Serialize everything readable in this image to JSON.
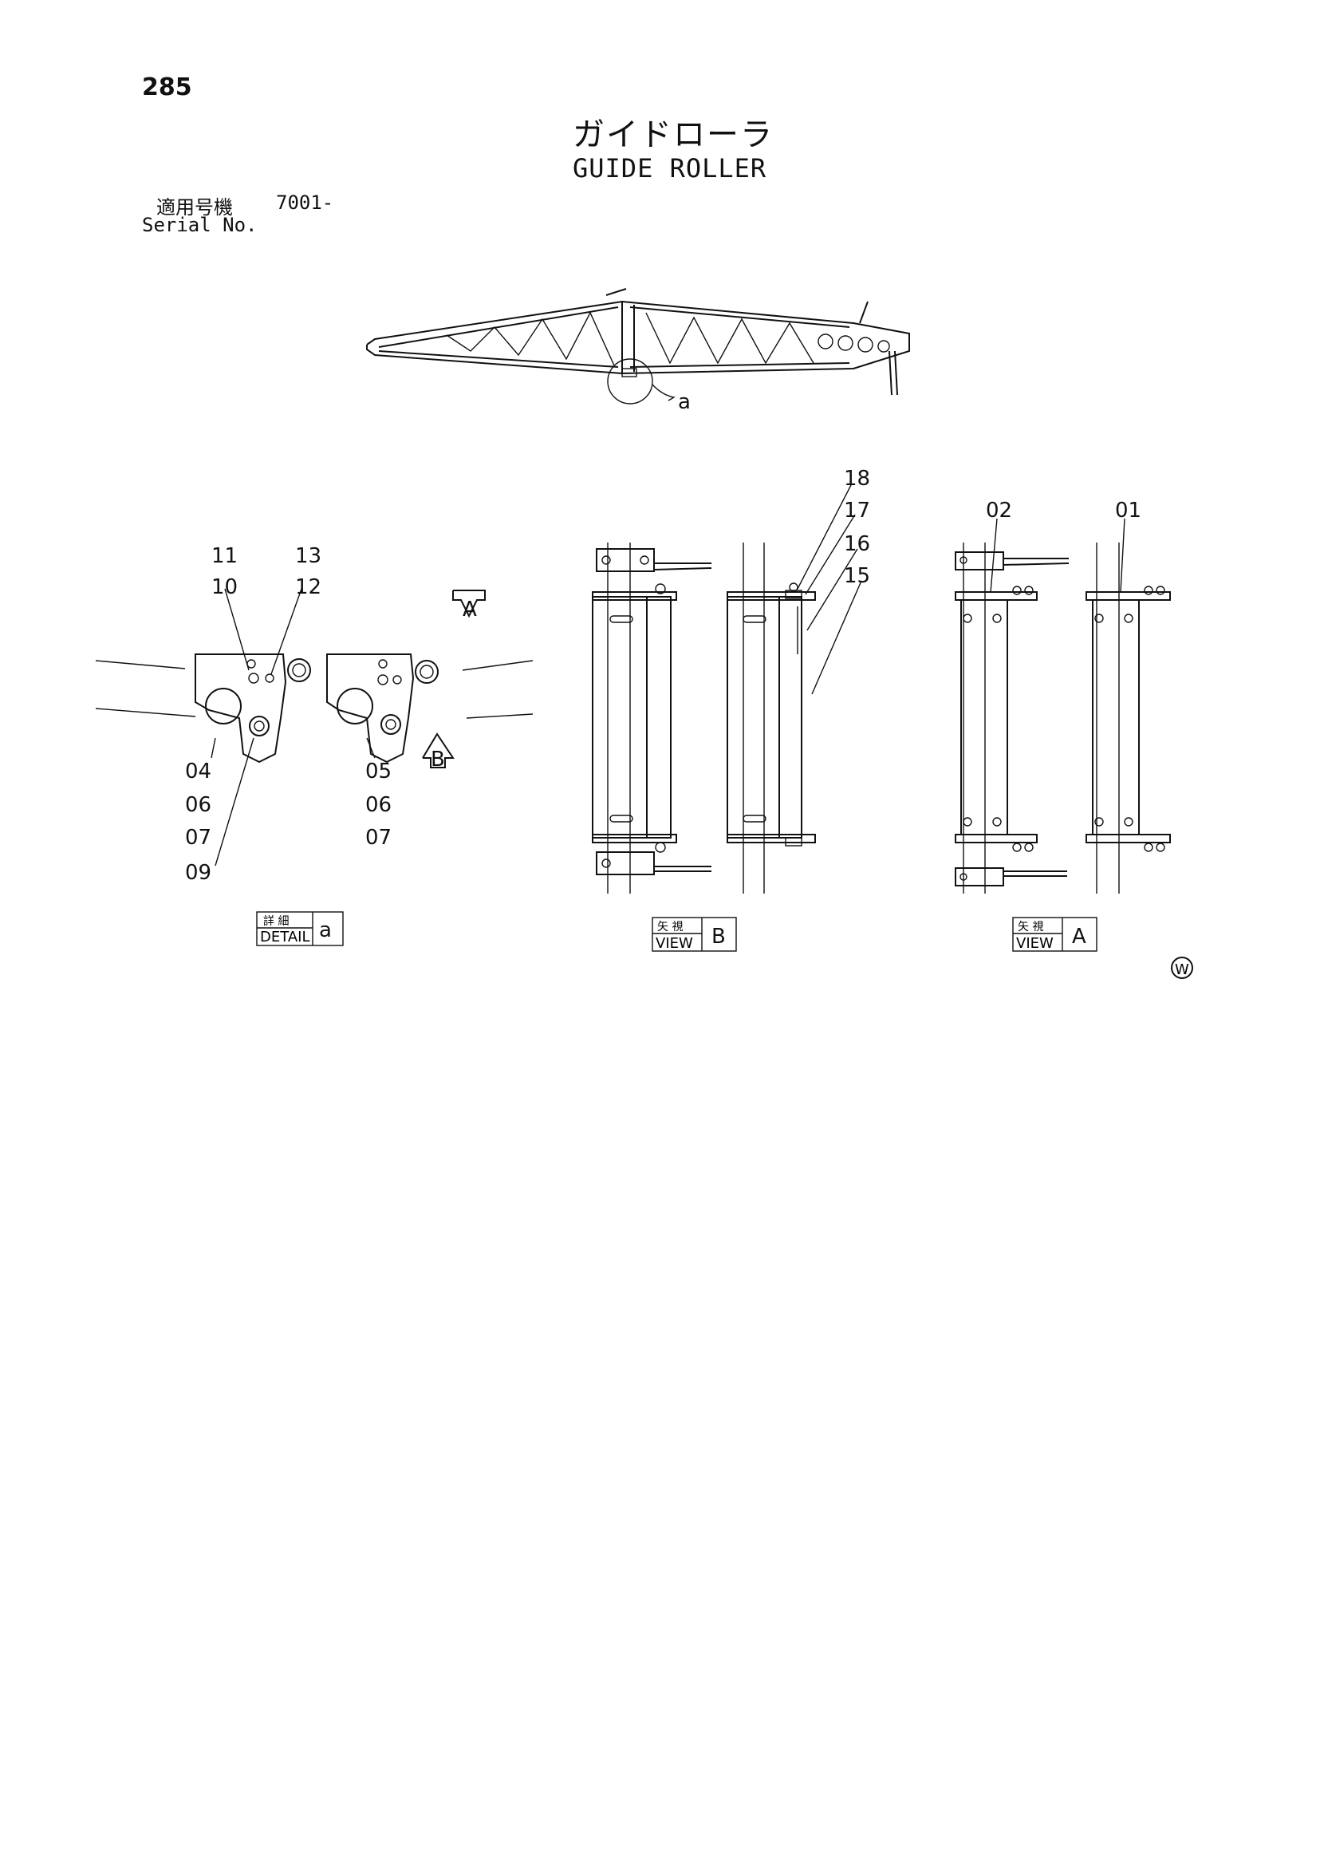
{
  "page_number": "285",
  "title_ja": "ガイドローラ",
  "title_en": "GUIDE ROLLER",
  "serial": {
    "label_ja": "適用号機",
    "label_en": "Serial No.",
    "value": "7001-"
  },
  "callout_a": "a",
  "arrow_view_a": "A",
  "arrow_view_b": "B",
  "detail_parts": [
    "11",
    "10",
    "13",
    "12",
    "04",
    "06",
    "07",
    "09",
    "05",
    "06",
    "07"
  ],
  "view_b_parts": [
    "18",
    "17",
    "16",
    "15"
  ],
  "view_a_parts": [
    "02",
    "01"
  ],
  "detail_label": {
    "ja": "詳 細",
    "en": "DETAIL",
    "letter": "a"
  },
  "view_b_label": {
    "ja": "矢 視",
    "en": "VIEW",
    "letter": "B"
  },
  "view_a_label": {
    "ja": "矢 視",
    "en": "VIEW",
    "letter": "A"
  },
  "mark": "W"
}
